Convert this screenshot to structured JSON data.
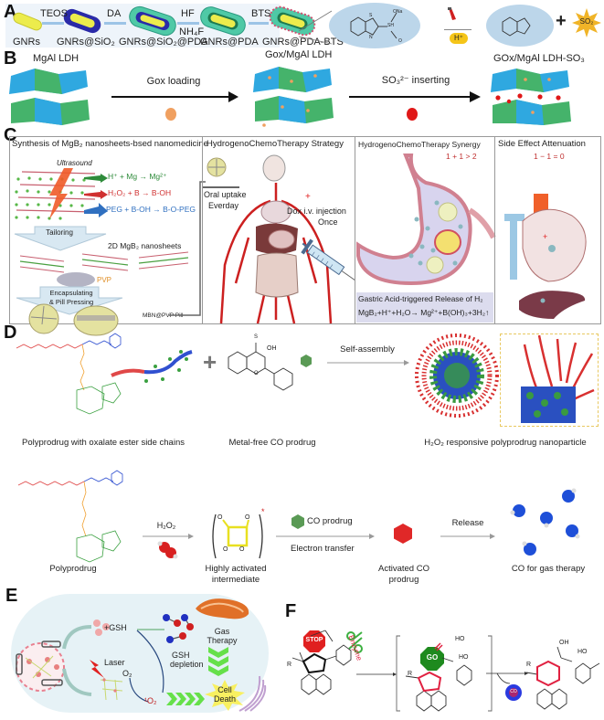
{
  "panels": {
    "A": {
      "label": "A",
      "steps": [
        {
          "reagent": "TEOS",
          "reagent2": ""
        },
        {
          "reagent": "DA",
          "reagent2": ""
        },
        {
          "reagent": "HF",
          "reagent2": "NH₄F"
        },
        {
          "reagent": "BTS",
          "reagent2": ""
        }
      ],
      "species": [
        "GNRs",
        "GNRs@SiO₂",
        "GNRs@SiO₂@PDA",
        "GNRs@PDA",
        "GNRs@PDA-BTS"
      ],
      "bts_group_label": "ONa",
      "bts_sh_label": "SH",
      "bts_o_label": "O",
      "bts_s_label": "S",
      "bts_n_label": "N",
      "trigger": "H⁺",
      "plus": "+",
      "product_gas": "SO₂",
      "colors": {
        "gnr": "#e8e84a",
        "silica": "#2a2aa8",
        "pda": "#4fc9a6",
        "bubble": "#bcd6ea",
        "gas_star": "#f0b428",
        "h_badge": "#f5c518",
        "arrow": "#9cc4e6"
      }
    },
    "B": {
      "label": "B",
      "species": [
        "MgAl LDH",
        "Gox/MgAl LDH",
        "GOx/MgAl LDH-SO₃"
      ],
      "steps": [
        "Gox loading",
        "SO₃²⁻ inserting"
      ],
      "colors": {
        "blue_layer": "#2fa8e0",
        "green_layer": "#45b36b",
        "gox_dot": "#f0a060",
        "so3_dot": "#e01818"
      }
    },
    "C": {
      "label": "C",
      "sub_panels": {
        "synthesis": {
          "title": "Synthesis of MgB₂ nanosheets-bsed nanomedicine",
          "ultrasound": "Ultrasound",
          "reactions": [
            "H⁺ + Mg → Mg²⁺",
            "H₂O₂ + B → B-OH",
            "PEG + B-OH → B-O-PEG"
          ],
          "reaction_colors": [
            "#2e8b3a",
            "#d03030",
            "#3070c0"
          ],
          "tailoring": "Tailoring",
          "nanosheets": "2D MgB₂ nanosheets",
          "pvp": "PVP",
          "encapsulating_line1": "Encapsulating",
          "encapsulating_line2": "& Pill Pressing",
          "pill_label": "MBN@PVP Pill"
        },
        "strategy": {
          "title": "HydrogenoChemoTherapy Strategy",
          "oral_line1": "Oral uptake",
          "oral_line2": "Everday",
          "dox_line1": "Dox i.v. injection",
          "dox_line2": "Once"
        },
        "synergy": {
          "title": "HydrogenoChemoTherapy Synergy",
          "equation": "1 + 1 > 2",
          "release_caption": "Gastric Acid-triggered Release of H₂",
          "reaction": "MgB₂+H⁺+H₂O→ Mg²⁺+B(OH)₃+3H₂↑"
        },
        "attenuation": {
          "title": "Side Effect Attenuation",
          "equation": "1 − 1 = 0"
        }
      }
    },
    "D": {
      "label": "D",
      "row1": {
        "polyprodrug_caption": "Polyprodrug with oxalate ester side chains",
        "plus": "+",
        "co_prodrug_caption": "Metal-free CO prodrug",
        "co_prodrug_s": "S",
        "co_prodrug_oh": "OH",
        "co_prodrug_o": "O",
        "step": "Self-assembly",
        "nanoparticle_caption": "H₂O₂ responsive polyprodrug nanoparticle"
      },
      "row2": {
        "polyprodrug_caption": "Polyprodrug",
        "step1": "H₂O₂",
        "intermediate_caption_line1": "Highly activated",
        "intermediate_caption_line2": "intermediate",
        "step2_top": "CO prodrug",
        "step2_bottom": "Electron transfer",
        "activated_caption_line1": "Activated CO",
        "activated_caption_line2": "prodrug",
        "step3": "Release",
        "co_caption": "CO for gas therapy",
        "intermediate_o": "O",
        "intermediate_star": "*"
      },
      "colors": {
        "peg": "#e04848",
        "backbone": "#3050d0",
        "linker": "#f0a030",
        "drug": "#3aa040",
        "co_prodrug_hex": "#5a9a55",
        "activated_hex": "#e02828",
        "co_sphere": "#1e4fd8",
        "dioxetane": "#e8e020"
      }
    },
    "E": {
      "label": "E",
      "gsh": "+GSH",
      "gas_line1": "Gas",
      "gas_line2": "Therapy",
      "laser": "Laser",
      "o2": "O₂",
      "gsh_dep_line1": "GSH",
      "gsh_dep_line2": "depletion",
      "singlet": "¹O₂",
      "death_line1": "Cell",
      "death_line2": "Death",
      "colors": {
        "bg": "#e6f2f6",
        "chevron": "#66e04a",
        "burst": "#f8f060",
        "laser": "#e02020",
        "mito": "#e07028"
      }
    },
    "F": {
      "label": "F",
      "stop": "STOP",
      "go": "GO",
      "enzyme": "Enzyme",
      "co": "CO",
      "r": "R",
      "oh": "OH",
      "ho": "HO",
      "o": "O",
      "colors": {
        "stop": "#e02020",
        "go": "#1e8a1e",
        "scissors": "#3cb040",
        "highlight": "#e02040",
        "co_ball": "#2a3ae0"
      }
    }
  }
}
